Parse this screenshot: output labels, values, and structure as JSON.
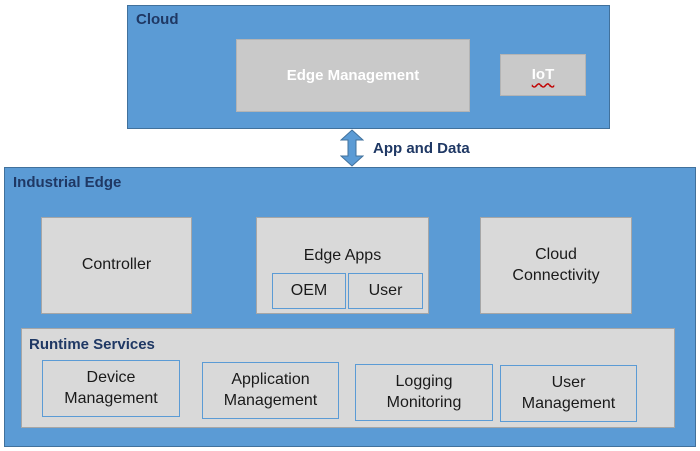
{
  "cloud": {
    "label": "Cloud",
    "edge_management": "Edge Management",
    "iot": "IoT"
  },
  "connector": {
    "label": "App and Data"
  },
  "industrial_edge": {
    "label": "Industrial Edge",
    "controller": "Controller",
    "edge_apps": {
      "label": "Edge Apps",
      "oem": "OEM",
      "user": "User"
    },
    "cloud_connectivity": {
      "line1": "Cloud",
      "line2": "Connectivity"
    },
    "runtime_services": {
      "label": "Runtime Services",
      "items": [
        {
          "line1": "Device",
          "line2": "Management"
        },
        {
          "line1": "Application",
          "line2": "Management"
        },
        {
          "line1": "Logging",
          "line2": "Monitoring"
        },
        {
          "line1": "User",
          "line2": "Management"
        }
      ]
    }
  },
  "colors": {
    "container_blue": "#5b9bd5",
    "box_grey": "#d9d9d9",
    "label_navy": "#1f3864"
  }
}
